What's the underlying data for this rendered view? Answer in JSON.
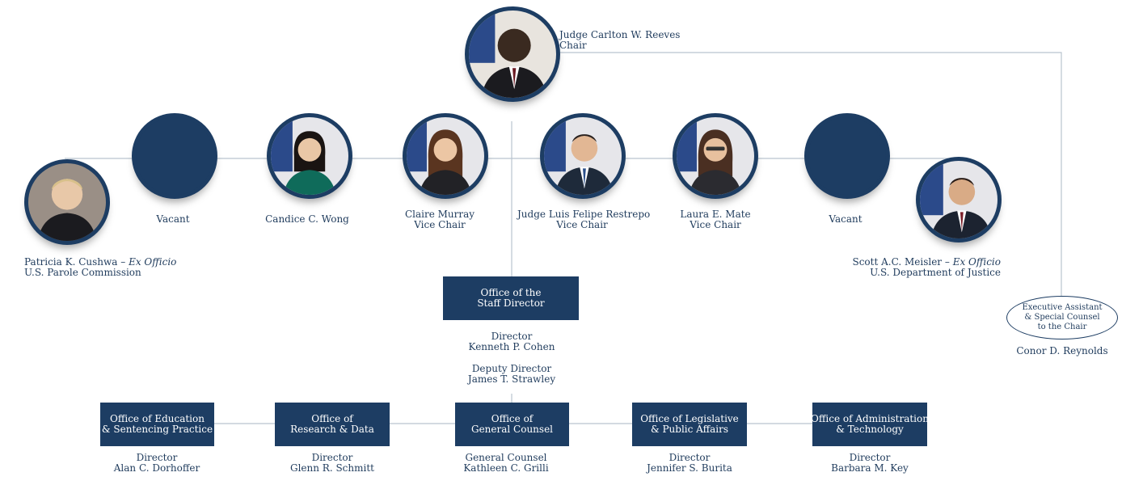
{
  "chair": {
    "name": "Judge Carlton W. Reeves",
    "role": "Chair"
  },
  "commissioners": [
    {
      "name": "Vacant"
    },
    {
      "name": "Candice C. Wong"
    },
    {
      "name": "Claire Murray",
      "role": "Vice Chair"
    },
    {
      "name": "Judge Luis Felipe Restrepo",
      "role": "Vice Chair"
    },
    {
      "name": "Laura E. Mate",
      "role": "Vice Chair"
    },
    {
      "name": "Vacant"
    }
  ],
  "ex_officio_left": {
    "name": "Patricia K. Cushwa",
    "sep": " – ",
    "tag": "Ex Officio",
    "org": "U.S. Parole Commission"
  },
  "ex_officio_right": {
    "name": "Scott A.C. Meisler",
    "sep": " – ",
    "tag": "Ex Officio",
    "org": "U.S. Department of Justice"
  },
  "staff_director_office": {
    "line1": "Office of the",
    "line2": "Staff Director"
  },
  "director": {
    "title": "Director",
    "name": "Kenneth P. Cohen"
  },
  "deputy_director": {
    "title": "Deputy Director",
    "name": "James T. Strawley"
  },
  "executive_assistant": {
    "line1": "Executive Assistant",
    "line2": "& Special Counsel",
    "line3": "to the Chair",
    "name": "Conor D. Reynolds"
  },
  "offices": [
    {
      "line1": "Office of Education",
      "line2": "& Sentencing Practice",
      "title": "Director",
      "name": "Alan C. Dorhoffer"
    },
    {
      "line1": "Office of",
      "line2": "Research & Data",
      "title": "Director",
      "name": "Glenn R. Schmitt"
    },
    {
      "line1": "Office of",
      "line2": "General Counsel",
      "title": "General Counsel",
      "name": "Kathleen C. Grilli"
    },
    {
      "line1": "Office of Legislative",
      "line2": "& Public Affairs",
      "title": "Director",
      "name": "Jennifer S. Burita"
    },
    {
      "line1": "Office of Administration",
      "line2": "& Technology",
      "title": "Director",
      "name": "Barbara M. Key"
    }
  ],
  "colors": {
    "navy": "#1d3d63",
    "line": "#b9c4cf",
    "text": "#1f3b5c"
  }
}
